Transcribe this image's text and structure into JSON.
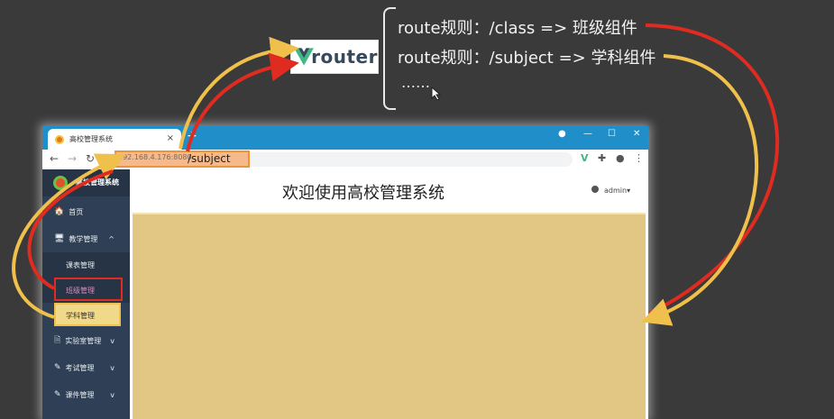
{
  "router_logo": {
    "text": "router"
  },
  "routes": [
    "route规则：/class =>  班级组件",
    "route规则：/subject => 学科组件"
  ],
  "ellipsis": "……",
  "browser": {
    "tab_title": "高校管理系统",
    "tab_close": "×",
    "new_tab": "+",
    "url_host": "192.168.4.176:8080",
    "url_path": "/subject"
  },
  "sidebar": {
    "title": "高校管理系统",
    "items": [
      {
        "label": "首页",
        "icon": "home-icon",
        "glyph": "🏠"
      },
      {
        "label": "教学管理",
        "icon": "monitor-icon",
        "glyph": "🖥",
        "chevron": "^"
      },
      {
        "label": "课表管理"
      },
      {
        "label": "班级管理"
      },
      {
        "label": "学科管理"
      },
      {
        "label": "实验室管理",
        "icon": "lab-icon",
        "glyph": "🗎",
        "chevron": "v"
      },
      {
        "label": "考试管理",
        "icon": "exam-icon",
        "glyph": "✎",
        "chevron": "v"
      },
      {
        "label": "课件管理",
        "icon": "courseware-icon",
        "glyph": "✎",
        "chevron": "v"
      }
    ]
  },
  "header": {
    "title": "欢迎使用高校管理系统",
    "user": "admin"
  },
  "colors": {
    "sidebar_bg": "#2f4056",
    "titlebar": "#1f8ec9",
    "content_bg": "#e2c784",
    "arrow_red": "#e02b20",
    "arrow_yellow": "#f0c04c"
  }
}
